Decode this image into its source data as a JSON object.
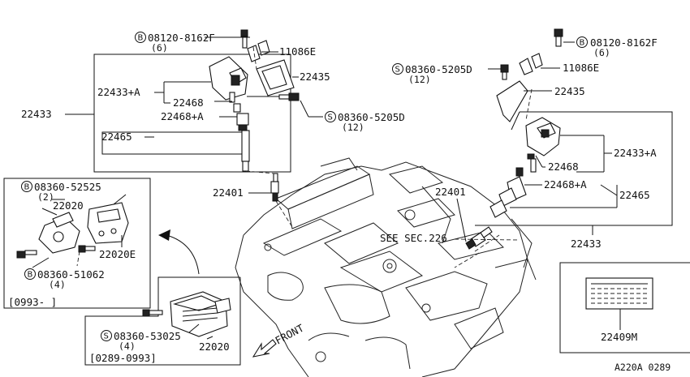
{
  "diagram_id": "A220A 0289",
  "callouts": {
    "bolt_top_left": {
      "symbol": "B",
      "part": "08120-8162F",
      "qty": "(6)"
    },
    "bolt_top_right": {
      "symbol": "B",
      "part": "08120-8162F",
      "qty": "(6)"
    },
    "screw_left_mid": {
      "symbol": "S",
      "part": "08360-5205D",
      "qty": "(12)"
    },
    "screw_right_top": {
      "symbol": "S",
      "part": "08360-5205D",
      "qty": "(12)"
    },
    "bolt_inset": {
      "symbol": "B",
      "part": "08360-52525",
      "qty": "(2)"
    },
    "screw_inset_bottom": {
      "symbol": "B",
      "part": "08360-51062",
      "qty": "(4)"
    },
    "screw_lower_box": {
      "symbol": "S",
      "part": "08360-53025",
      "qty": "(4)"
    }
  },
  "parts": {
    "p11086E_left": "11086E",
    "p11086E_right": "11086E",
    "p22435_left": "22435",
    "p22435_right": "22435",
    "p22433A_left": "22433+A",
    "p22433A_right": "22433+A",
    "p22468_left": "22468",
    "p22468_right": "22468",
    "p22468A_left": "22468+A",
    "p22468A_right": "22468+A",
    "p22465_left": "22465",
    "p22465_right": "22465",
    "p22433_left": "22433",
    "p22433_right": "22433",
    "p22401_left": "22401",
    "p22401_right": "22401",
    "p22020_inset": "22020",
    "p22020E_inset": "22020E",
    "p22020_lower": "22020",
    "p22409M": "22409M"
  },
  "notes": {
    "see_sec": "SEE SEC.226",
    "front": "FRONT",
    "inset_date": "[0993-     ]",
    "lower_date": "[0289-0993]"
  }
}
